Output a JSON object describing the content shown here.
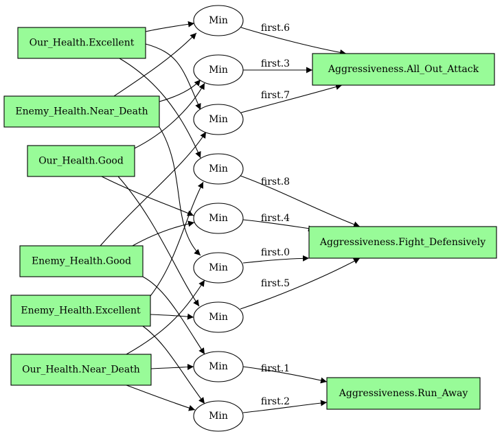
{
  "colors": {
    "input_fill": "#98fb98",
    "output_fill": "#98fb98",
    "stroke": "#000000",
    "background": "#ffffff"
  },
  "inputs": {
    "our_excellent": "Our_Health.Excellent",
    "enemy_near_death": "Enemy_Health.Near_Death",
    "our_good": "Our_Health.Good",
    "enemy_good": "Enemy_Health.Good",
    "enemy_excellent": "Enemy_Health.Excellent",
    "our_near_death": "Our_Health.Near_Death"
  },
  "outputs": {
    "all_out_attack": "Aggressiveness.All_Out_Attack",
    "fight_defensively": "Aggressiveness.Fight_Defensively",
    "run_away": "Aggressiveness.Run_Away"
  },
  "rules": [
    {
      "id": "r6",
      "op": "Min",
      "label": "first.6",
      "inputs": [
        "our_excellent",
        "enemy_near_death"
      ],
      "output": "all_out_attack"
    },
    {
      "id": "r3",
      "op": "Min",
      "label": "first.3",
      "inputs": [
        "our_good",
        "enemy_near_death"
      ],
      "output": "all_out_attack"
    },
    {
      "id": "r7",
      "op": "Min",
      "label": "first.7",
      "inputs": [
        "our_excellent",
        "enemy_good"
      ],
      "output": "all_out_attack"
    },
    {
      "id": "r8",
      "op": "Min",
      "label": "first.8",
      "inputs": [
        "our_excellent",
        "enemy_excellent"
      ],
      "output": "fight_defensively"
    },
    {
      "id": "r4",
      "op": "Min",
      "label": "first.4",
      "inputs": [
        "our_good",
        "enemy_good"
      ],
      "output": "fight_defensively"
    },
    {
      "id": "r0",
      "op": "Min",
      "label": "first.0",
      "inputs": [
        "enemy_near_death",
        "our_near_death"
      ],
      "output": "fight_defensively"
    },
    {
      "id": "r5",
      "op": "Min",
      "label": "first.5",
      "inputs": [
        "our_good",
        "enemy_excellent"
      ],
      "output": "fight_defensively"
    },
    {
      "id": "r1",
      "op": "Min",
      "label": "first.1",
      "inputs": [
        "our_near_death",
        "enemy_good"
      ],
      "output": "run_away"
    },
    {
      "id": "r2",
      "op": "Min",
      "label": "first.2",
      "inputs": [
        "our_near_death",
        "enemy_excellent"
      ],
      "output": "run_away"
    }
  ]
}
